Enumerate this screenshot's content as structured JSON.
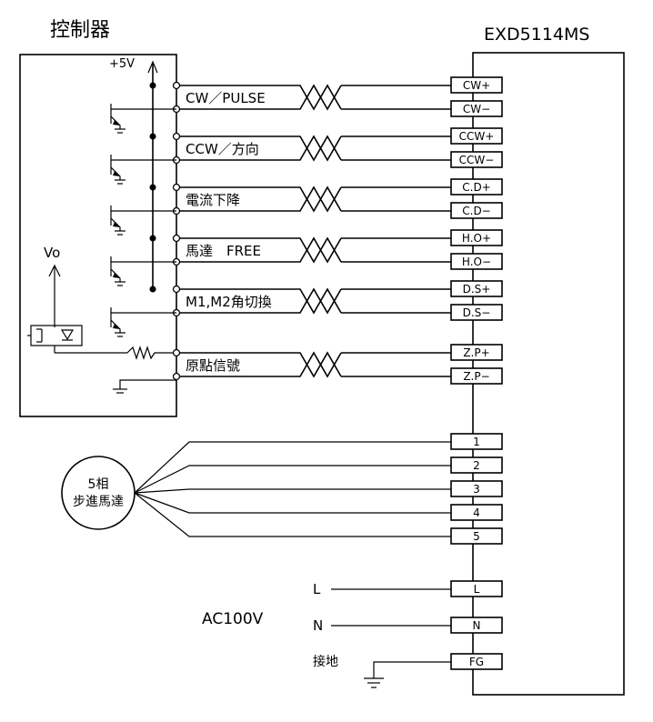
{
  "titles": {
    "controller": "控制器",
    "driver": "EXD5114MS",
    "plus5v": "+5V",
    "vo": "Vo",
    "motor_line1": "5相",
    "motor_line2": "步進馬達",
    "ac": "AC100V",
    "ground": "接地"
  },
  "signals": [
    {
      "label": "CW／PULSE",
      "term_pos": "CW+",
      "term_neg": "CW−"
    },
    {
      "label": "CCW／方向",
      "term_pos": "CCW+",
      "term_neg": "CCW−"
    },
    {
      "label": "電流下降",
      "term_pos": "C.D+",
      "term_neg": "C.D−"
    },
    {
      "label": "馬達　FREE",
      "term_pos": "H.O+",
      "term_neg": "H.O−"
    },
    {
      "label": "M1,M2角切換",
      "term_pos": "D.S+",
      "term_neg": "D.S−"
    },
    {
      "label": "原點信號",
      "term_pos": "Z.P+",
      "term_neg": "Z.P−"
    }
  ],
  "motor_terminals": [
    "1",
    "2",
    "3",
    "4",
    "5"
  ],
  "power": [
    {
      "side_label": "L",
      "terminal": "L"
    },
    {
      "side_label": "N",
      "terminal": "N"
    },
    {
      "side_label": "",
      "terminal": "FG"
    }
  ]
}
